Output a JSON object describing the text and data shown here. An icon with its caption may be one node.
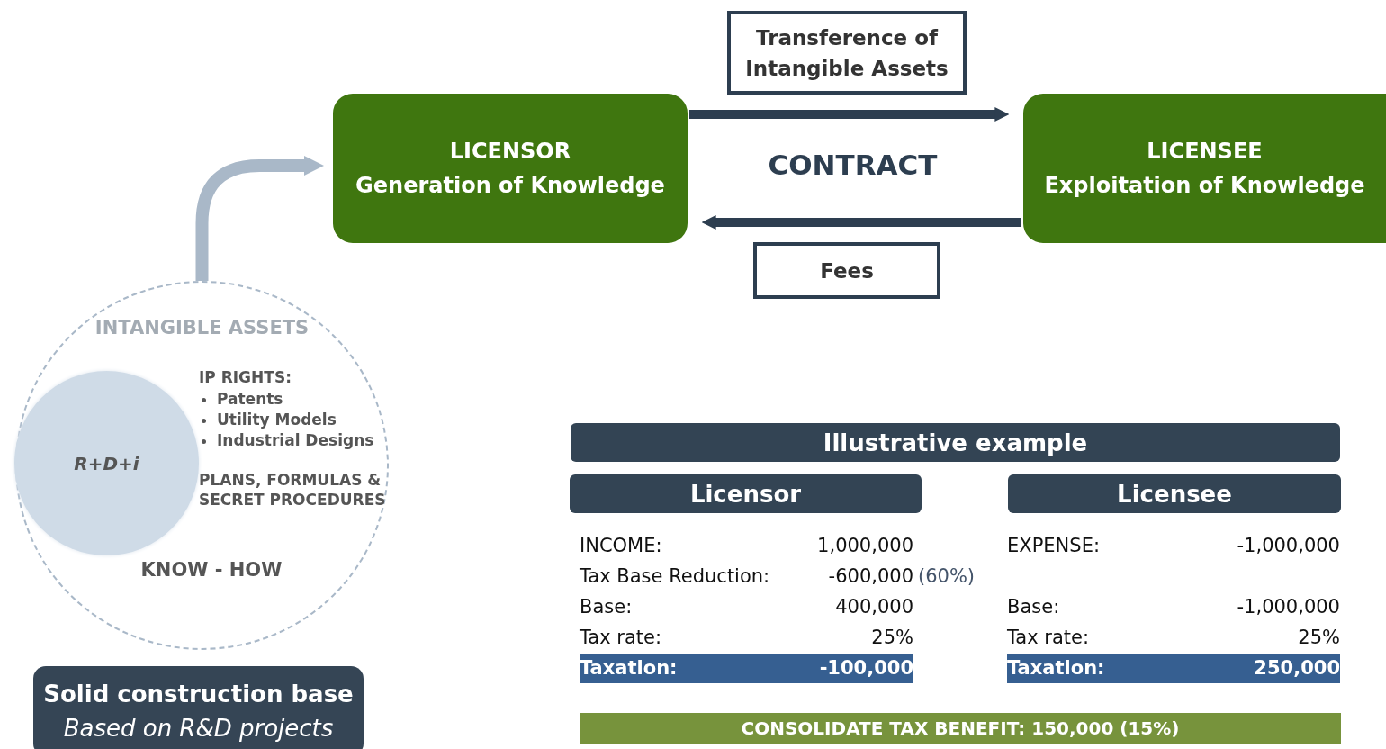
{
  "diagram": {
    "nodes": [
      {
        "text": [
          "LICENSOR",
          "Generation of Knowledge"
        ]
      },
      {
        "text": [
          "LICENSEE",
          "Exploitation of Knowledge"
        ]
      },
      {
        "text": [
          "Transference of Intangible Assets"
        ]
      },
      {
        "text": [
          "Fees"
        ]
      },
      {
        "text": [
          "INTANGIBLE ASSETS",
          "IP RIGHTS:",
          "Patents",
          "Utility Models",
          "Industrial Designs",
          "PLANS, FORMULAS & SECRET PROCEDURES",
          "KNOW - HOW"
        ]
      },
      {
        "text": [
          "R+D+i"
        ],
        "in": 4
      },
      {
        "text": [
          "Solid construction base",
          "Based on R&D projects"
        ]
      },
      {
        "text": [
          "Illustrative example"
        ]
      },
      {
        "text": [
          "Licensor"
        ]
      },
      {
        "text": [
          "Licensee"
        ]
      },
      {
        "text": [
          "CONSOLIDATE TAX BENEFIT: 150,000 (15%)"
        ]
      }
    ],
    "edges": [
      {
        "from": 0,
        "to": 1,
        "arrow": "to"
      },
      {
        "from": 1,
        "to": 0,
        "arrow": "to"
      },
      {
        "from": 4,
        "to": 0,
        "arrow": "to",
        "color": "#a9b8c8"
      }
    ],
    "labels": [
      "CONTRACT",
      "INCOME:",
      "1,000,000",
      "Tax Base Reduction:",
      "-600,000",
      "(60%)",
      "Base:",
      "400,000",
      "Tax rate:",
      "25%",
      "Taxation:",
      "-100,000",
      "EXPENSE:",
      "-1,000,000",
      "Base:",
      "-1,000,000",
      "Tax rate:",
      "25%",
      "Taxation:",
      "250,000"
    ]
  }
}
